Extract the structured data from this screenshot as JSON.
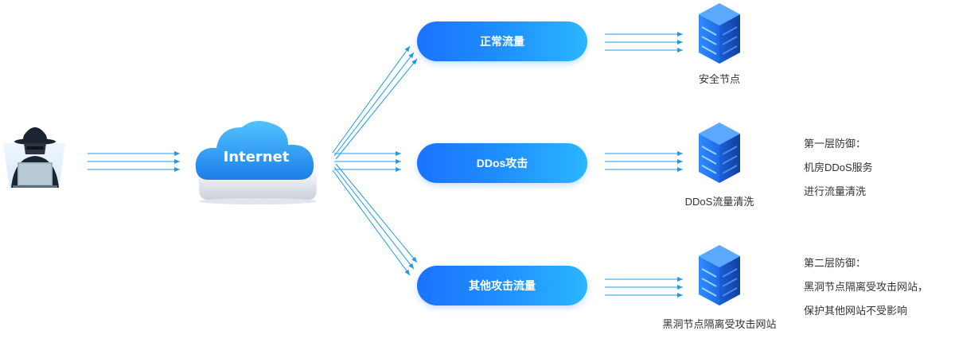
{
  "cloud": {
    "label": "Internet"
  },
  "flows": [
    {
      "label": "正常流量"
    },
    {
      "label": "DDos攻击"
    },
    {
      "label": "其他攻击流量"
    }
  ],
  "servers": [
    {
      "label": "安全节点"
    },
    {
      "label": "DDoS流量清洗"
    },
    {
      "label": "黑洞节点隔离受攻击网站"
    }
  ],
  "defense_notes": [
    {
      "title": "第一层防御：",
      "lines": [
        "机房DDoS服务",
        "进行流量清洗"
      ]
    },
    {
      "title": "第二层防御：",
      "lines": [
        "黑洞节点隔离受攻击网站，",
        "保护其他网站不受影响"
      ]
    }
  ],
  "icons": {
    "attacker": "hacker-icon",
    "cloud": "cloud-icon",
    "server": "server-icon"
  },
  "colors": {
    "arrow": "#1c9be9",
    "pill_start": "#1a73ff",
    "pill_end": "#2ab6ff",
    "server_top": "#3f94ff",
    "text": "#333333"
  }
}
